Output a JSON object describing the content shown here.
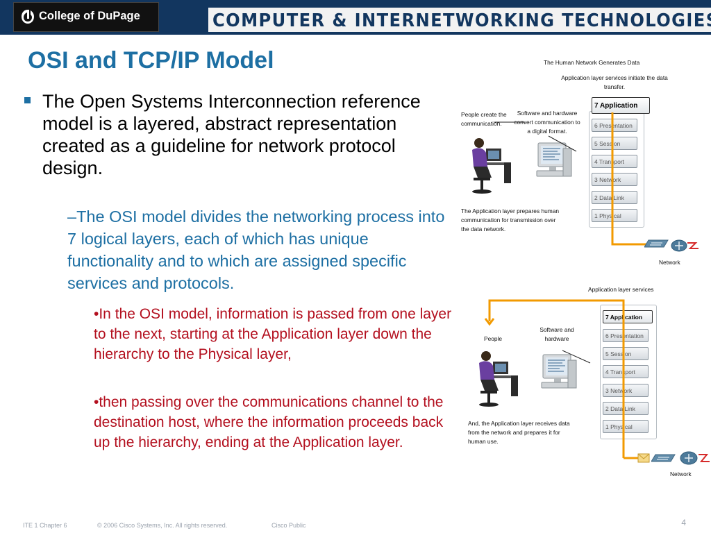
{
  "header": {
    "logo_text": "College of DuPage",
    "banner_text": "COMPUTER & INTERNETWORKING TECHNOLOGIES"
  },
  "slide": {
    "title": "OSI and TCP/IP Model",
    "bullet1": "The Open Systems Interconnection reference model is a layered, abstract representation created as a guideline for network protocol design.",
    "level2": "–The OSI model divides the networking process into 7 logical layers, each of which has unique functionality and to which are assigned specific services and protocols.",
    "level3": [
      "•In the OSI model, information is passed from one layer to the next, starting at the Application layer down the hierarchy to the Physical layer,",
      "•then passing over the communications channel to the destination host, where the information proceeds back up the hierarchy, ending at the Application layer."
    ]
  },
  "figure_top": {
    "title": "The Human Network Generates Data",
    "app_caption": "Application layer services initiate the data transfer.",
    "people_caption": "People create the communication.",
    "sw_caption": "Software and hardware convert communication to a digital format.",
    "bottom_caption": "The Application layer prepares human communication for transmission over the data network.",
    "network_label": "Network",
    "layers": [
      "7 Application",
      "6 Presentation",
      "5 Session",
      "4 Transport",
      "3 Network",
      "2 Data Link",
      "1 Physical"
    ]
  },
  "figure_bottom": {
    "title": "Application layer services",
    "people_caption": "People",
    "sw_caption": "Software and hardware",
    "bottom_caption": "And, the Application layer receives data from the network and prepares it for human use.",
    "network_label": "Network",
    "layers": [
      "7 Application",
      "6 Presentation",
      "5 Session",
      "4 Transport",
      "3 Network",
      "2 Data Link",
      "1 Physical"
    ]
  },
  "footer": {
    "chapter": "ITE 1 Chapter 6",
    "copyright": "© 2006 Cisco Systems, Inc. All rights reserved.",
    "classification": "Cisco Public",
    "page_number": "4"
  },
  "colors": {
    "header_bg": "#12365f",
    "title": "#1d6fa3",
    "level3_text": "#b30f1e",
    "wire": "#f29a00"
  }
}
